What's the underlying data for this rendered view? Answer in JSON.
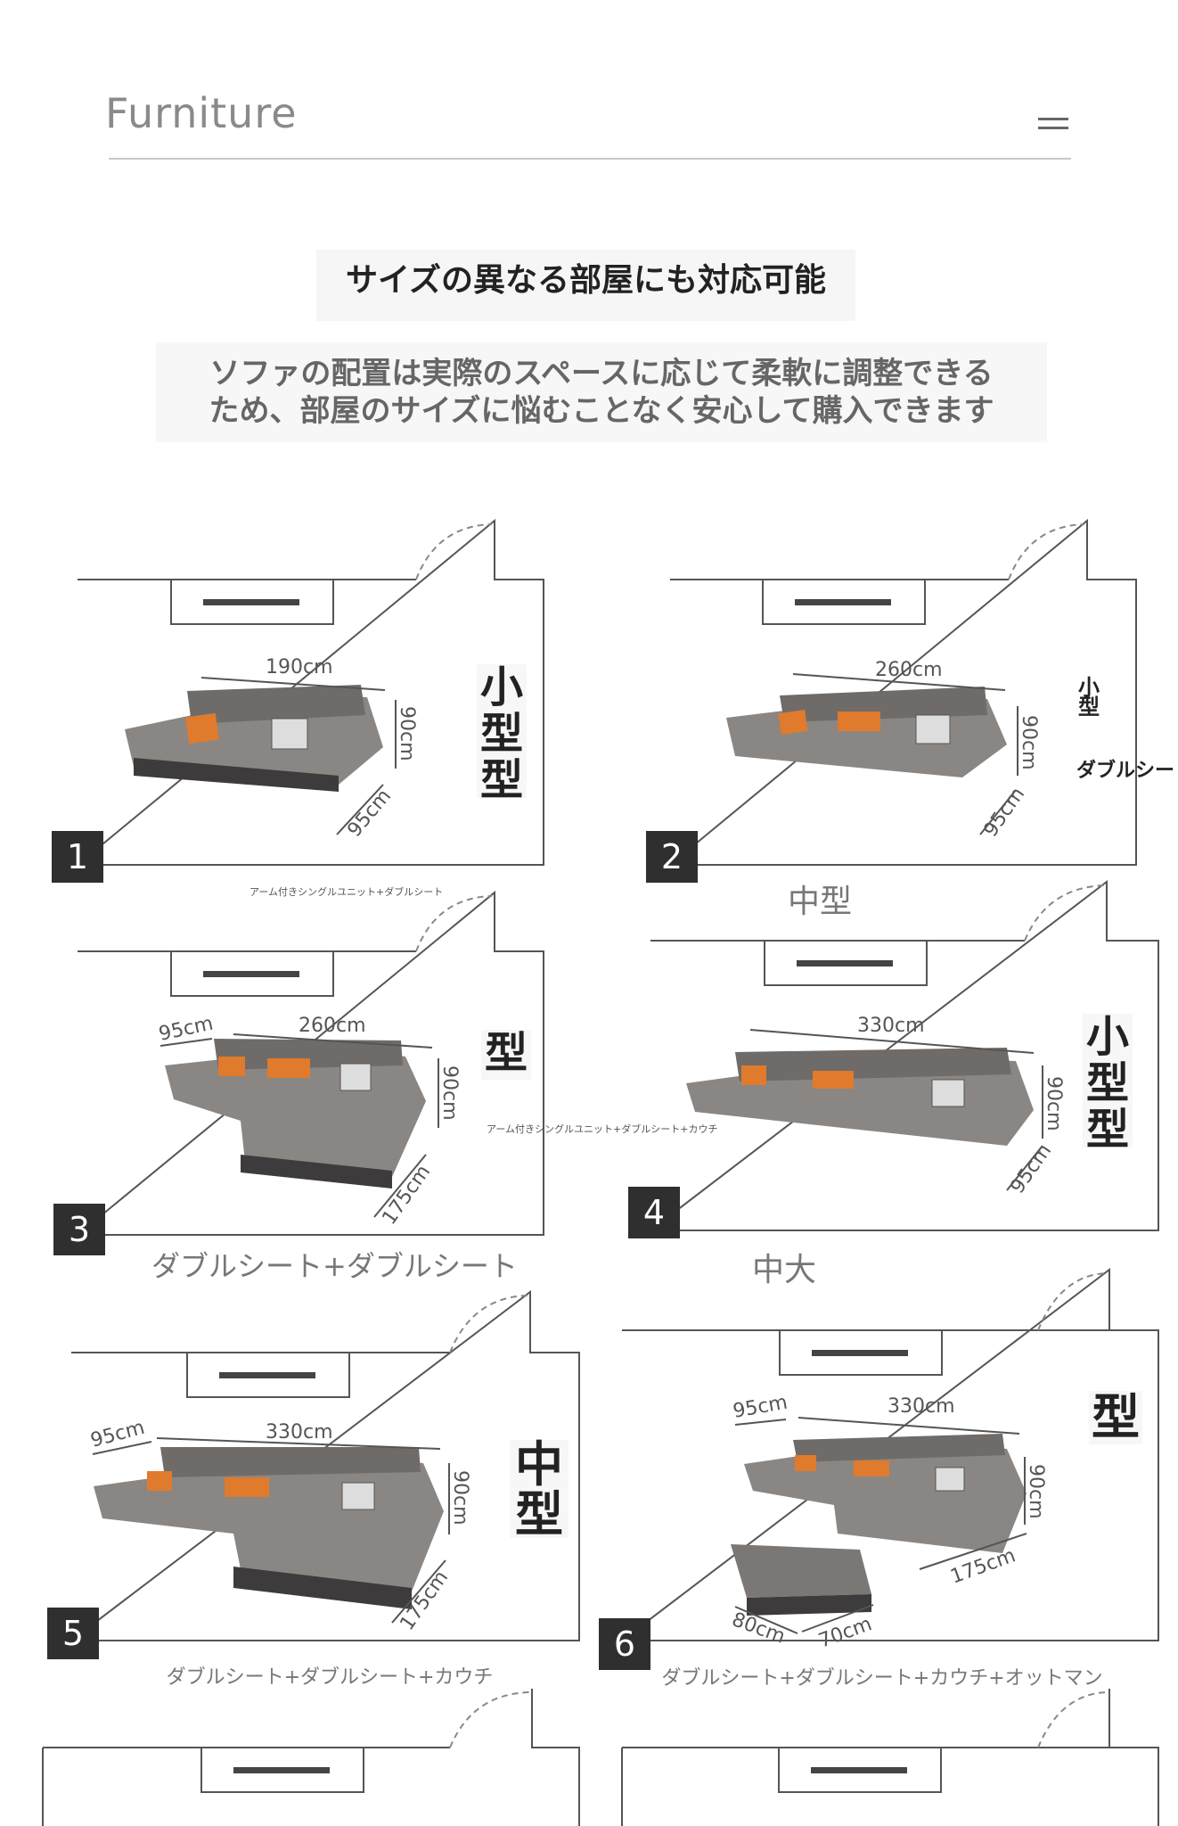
{
  "header": {
    "title": "Furniture",
    "menu_icon": "hamburger-menu-icon"
  },
  "headline": "サイズの異なる部屋にも対応可能",
  "subheading": {
    "line1": "ソファの配置は実際のスペースに応じて柔軟に調整できる",
    "line2": "ため、部屋のサイズに悩むことなく安心して購入できます"
  },
  "colors": {
    "sofa": "#7a7775",
    "sofa_dark": "#3c3a3a",
    "accent_pillow": "#e07a2c",
    "line": "#444444"
  },
  "layouts": [
    {
      "number": "1",
      "width": "190cm",
      "depth_side": "",
      "height": "90cm",
      "depth": "95cm",
      "size_label": "小型型",
      "caption": "アーム付きシングルユニット+ダブルシート"
    },
    {
      "number": "2",
      "width": "260cm",
      "depth_side": "",
      "height": "90cm",
      "depth": "95cm",
      "size_label": "小型",
      "caption": "ダブルシー",
      "below": "中型"
    },
    {
      "number": "3",
      "width": "260cm",
      "depth_side": "95cm",
      "height": "90cm",
      "depth": "175cm",
      "size_label": "型",
      "caption": "アーム付きシングルユニット+ダブルシート+カウチ",
      "below": "ダブルシート+ダブルシート"
    },
    {
      "number": "4",
      "width": "330cm",
      "depth_side": "",
      "height": "90cm",
      "depth": "95cm",
      "size_label": "小型型",
      "below": "中大"
    },
    {
      "number": "5",
      "width": "330cm",
      "depth_side": "95cm",
      "height": "90cm",
      "depth": "175cm",
      "size_label": "中型",
      "below": "ダブルシート+ダブルシート+カウチ"
    },
    {
      "number": "6",
      "width": "330cm",
      "depth_side": "95cm",
      "height": "90cm",
      "depth": "175cm",
      "ottoman_w": "80cm",
      "ottoman_d": "70cm",
      "size_label": "型",
      "below": "ダブルシート+ダブルシート+カウチ+オットマン"
    }
  ]
}
